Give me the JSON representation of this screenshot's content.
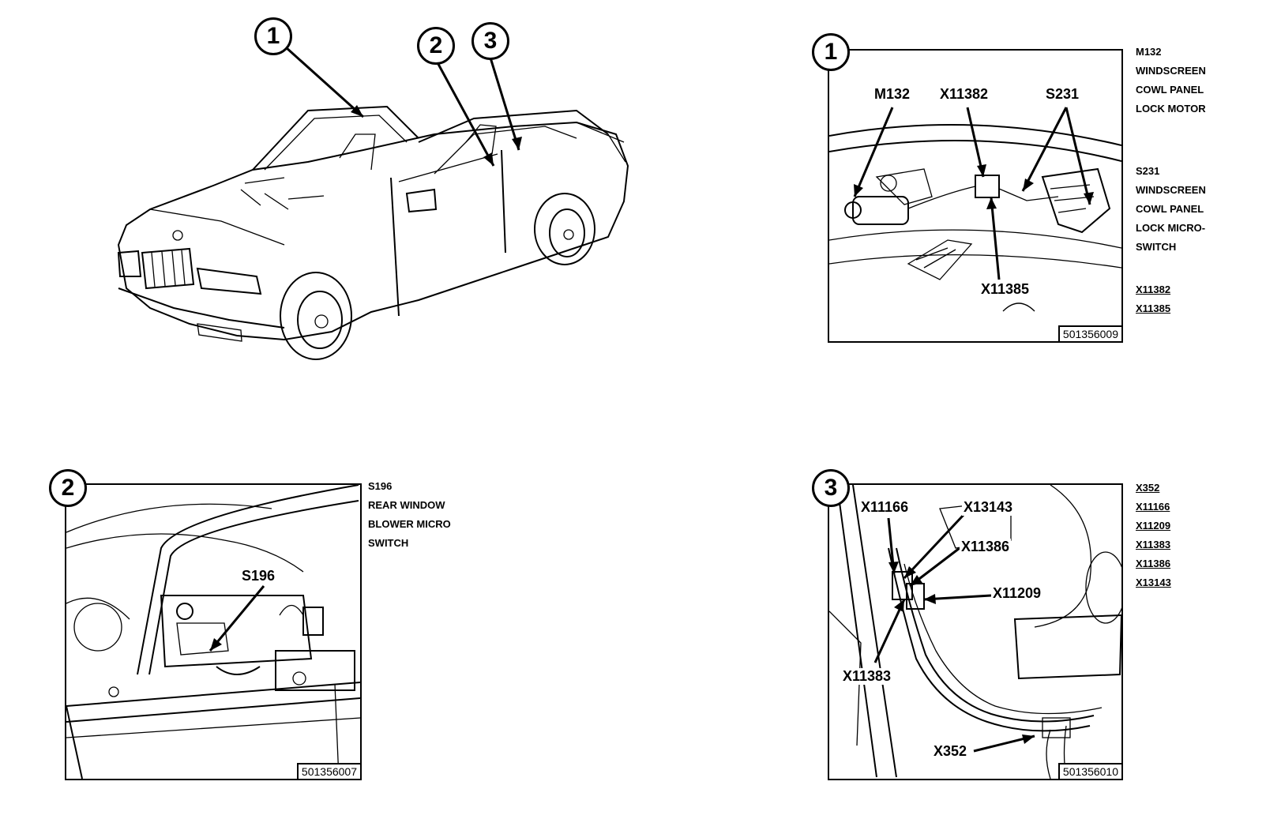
{
  "car": {
    "callouts": [
      "1",
      "2",
      "3"
    ]
  },
  "panel1": {
    "badge": "1",
    "part_number": "501356009",
    "labels": {
      "m132": "M132",
      "x11382": "X11382",
      "s231": "S231",
      "x11385": "X11385"
    },
    "legend": {
      "m132_code": "M132",
      "m132_desc": [
        "WINDSCREEN",
        "COWL PANEL",
        "LOCK MOTOR"
      ],
      "s231_code": "S231",
      "s231_desc": [
        "WINDSCREEN",
        "COWL PANEL",
        "LOCK MICRO-",
        "SWITCH"
      ],
      "connectors": [
        "X11382",
        "X11385"
      ]
    }
  },
  "panel2": {
    "badge": "2",
    "part_number": "501356007",
    "labels": {
      "s196": "S196"
    },
    "legend": {
      "s196_code": "S196",
      "s196_desc": [
        "REAR WINDOW",
        "BLOWER MICRO",
        "SWITCH"
      ]
    }
  },
  "panel3": {
    "badge": "3",
    "part_number": "501356010",
    "labels": {
      "x11166": "X11166",
      "x13143": "X13143",
      "x11386": "X11386",
      "x11209": "X11209",
      "x11383": "X11383",
      "x352": "X352"
    },
    "legend": {
      "connectors": [
        "X352",
        "X11166",
        "X11209",
        "X11383",
        "X11386",
        "X13143"
      ]
    }
  }
}
